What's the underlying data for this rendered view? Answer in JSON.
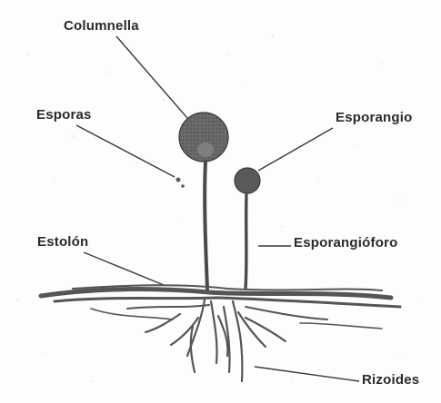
{
  "labels": {
    "columnella": "Columnella",
    "esporas": "Esporas",
    "esporangio": "Esporangio",
    "estolon": "Estolón",
    "esporangioforo": "Esporangióforo",
    "rizoides": "Rizoides"
  },
  "colors": {
    "ink": "#3a3a3a",
    "sporangium_fill": "#5a5a5a",
    "background": "#fdfdfb"
  }
}
